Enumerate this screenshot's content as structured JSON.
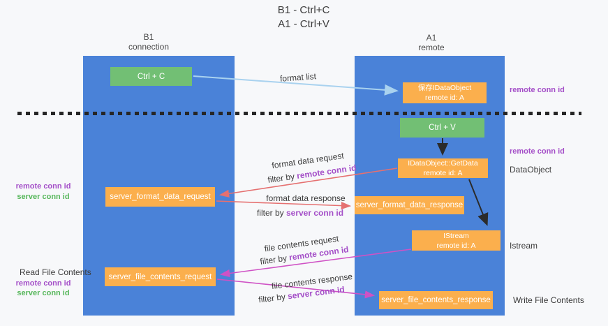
{
  "title": {
    "line1": "B1 - Ctrl+C",
    "line2": "A1 - Ctrl+V"
  },
  "lanes": {
    "left": {
      "title": "B1",
      "subtitle": "connection"
    },
    "right": {
      "title": "A1",
      "subtitle": "remote"
    }
  },
  "nodes": {
    "ctrl_c": {
      "label": "Ctrl + C"
    },
    "save_idataobject": {
      "line1": "保存IDataObject",
      "line2": "remote id: A"
    },
    "ctrl_v": {
      "label": "Ctrl + V"
    },
    "idataobject_getdata": {
      "line1": "IDataObject::GetData",
      "line2": "remote id: A"
    },
    "server_format_data_request": {
      "label": "server_format_data_request"
    },
    "server_format_data_response": {
      "label": "server_format_data_response"
    },
    "istream": {
      "line1": "IStream",
      "line2": "remote id: A"
    },
    "server_file_contents_request": {
      "label": "server_file_contents_request"
    },
    "server_file_contents_response": {
      "label": "server_file_contents_response"
    }
  },
  "annotations": {
    "right_remote_conn_id_1": "remote conn id",
    "right_remote_conn_id_2": "remote conn id",
    "right_dataobject": "DataObject",
    "right_istream": "Istream",
    "right_write_file_contents": "Write File Contents",
    "left_remote_conn_id_1": "remote conn id",
    "left_server_conn_id_1": "server conn id",
    "left_read_file_contents": "Read File Contents",
    "left_remote_conn_id_2": "remote conn id",
    "left_server_conn_id_2": "server conn id"
  },
  "arrow_labels": {
    "format_list": "format list",
    "format_data_request": "format data request",
    "format_data_response": "format data response",
    "file_contents_request": "file contents request",
    "file_contents_response": "file contents response",
    "filter1": {
      "prefix": "filter by ",
      "value": "remote conn id"
    },
    "filter2": {
      "prefix": "filter by ",
      "value": "server conn id"
    },
    "filter3": {
      "prefix": "filter by ",
      "value": "remote conn id"
    },
    "filter4": {
      "prefix": "filter by ",
      "value": "server conn id"
    }
  },
  "colors": {
    "lane_blue": "#4a82d8",
    "node_orange": "#fbaf4d",
    "node_green": "#72bf74",
    "arrow_lightblue": "#a9d2ef",
    "arrow_red": "#e57070",
    "arrow_magenta": "#cf52c5",
    "arrow_black": "#2b2b2b",
    "text_purple": "#a44fc8",
    "text_green": "#57b75b",
    "text_dark": "#3c3c3c",
    "background": "#f7f8fa"
  }
}
